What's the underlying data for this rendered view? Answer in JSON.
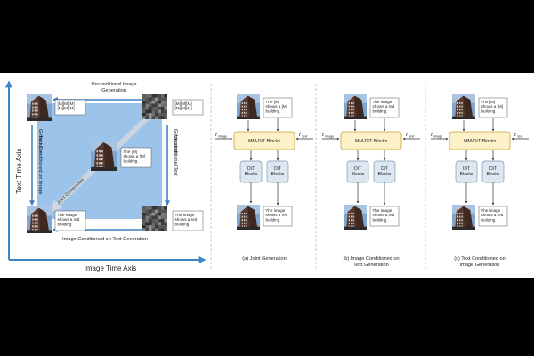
{
  "left": {
    "y_axis_label": "Text Time Axis",
    "x_axis_label": "Image Time Axis",
    "top_arrow_label": [
      "Unconditional Image",
      "Generation"
    ],
    "bottom_arrow_label": "Image Conditioned on Text Generation",
    "left_arrow_label": [
      "Text Conditioned on Image",
      "Generation"
    ],
    "right_arrow_label": [
      "Unconditional Text",
      "Generation"
    ],
    "diagonal_label": "Joint Generation",
    "tl_caption": [
      "[M][M][M]",
      "[M][M][M]"
    ],
    "tr_caption": [
      "[M][M][M]",
      "[M][M][M]"
    ],
    "center_caption": [
      "The [M]",
      "shows a [M]",
      "building."
    ],
    "bl_caption": [
      "The image",
      "shows a red",
      "building."
    ],
    "br_caption": [
      "The image",
      "shows a red",
      "building."
    ]
  },
  "panels": [
    {
      "input_caption": [
        "The [M]",
        "shows a [M]",
        "building."
      ],
      "output_caption": [
        "The image",
        "shows a red",
        "building."
      ],
      "t_image": "t",
      "t_image_sub": "image",
      "t_text": "t",
      "t_text_sub": "text",
      "mmdit_label": "MM-DiT Blocks",
      "dit_a": [
        "DiT",
        "Blocks"
      ],
      "dit_b": [
        "DiT",
        "Blocks"
      ],
      "title": [
        "(a) Joint Generation"
      ]
    },
    {
      "input_caption": [
        "The image",
        "shows a red",
        "building."
      ],
      "output_caption": [
        "The image",
        "shows a red",
        "building."
      ],
      "t_image": "t",
      "t_image_sub": "image",
      "t_text": "t",
      "t_text_sub": "text",
      "mmdit_label": "MM-DiT Blocks",
      "dit_a": [
        "DiT",
        "Blocks"
      ],
      "dit_b": [
        "DiT",
        "Blocks"
      ],
      "title": [
        "(b) Image Conditioned on",
        "Text Generation"
      ]
    },
    {
      "input_caption": [
        "The [M]",
        "shows a [M]",
        "building."
      ],
      "output_caption": [
        "The image",
        "shows a red",
        "building."
      ],
      "t_image": "t",
      "t_image_sub": "image",
      "t_text": "t",
      "t_text_sub": "text",
      "mmdit_label": "MM-DiT Blocks",
      "dit_a": [
        "DiT",
        "Blocks"
      ],
      "dit_b": [
        "DiT",
        "Blocks"
      ],
      "title": [
        "(c) Text Conditioned on",
        "Image Generation"
      ]
    }
  ],
  "colors": {
    "axis": "#3d86c6",
    "square_fill": "#9cc3e9",
    "arrow": "#3b7fc1",
    "mmdit_fill": "#fdf1c8",
    "mmdit_stroke": "#c9a437",
    "dit_fill": "#dde7f1",
    "dit_stroke": "#7e95ac",
    "diag_arrow": "#d0d7e0"
  }
}
